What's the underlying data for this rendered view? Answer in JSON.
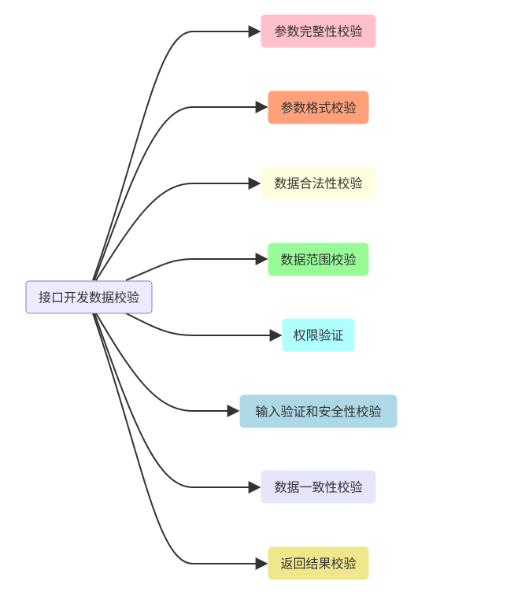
{
  "root": {
    "label": "接口开发数据校验",
    "fill": "#ECECFF",
    "stroke": "#9370DB"
  },
  "children": [
    {
      "label": "参数完整性校验",
      "fill": "#FFC0CB"
    },
    {
      "label": "参数格式校验",
      "fill": "#FFA07A"
    },
    {
      "label": "数据合法性校验",
      "fill": "#FFFFE0"
    },
    {
      "label": "数据范围校验",
      "fill": "#98FB98"
    },
    {
      "label": "权限验证",
      "fill": "#AFFFFF"
    },
    {
      "label": "输入验证和安全性校验",
      "fill": "#ADD8E6"
    },
    {
      "label": "数据一致性校验",
      "fill": "#E6E6FA"
    },
    {
      "label": "返回结果校验",
      "fill": "#F0E68C"
    }
  ],
  "colors": {
    "edge": "#333333",
    "text": "#333333"
  }
}
